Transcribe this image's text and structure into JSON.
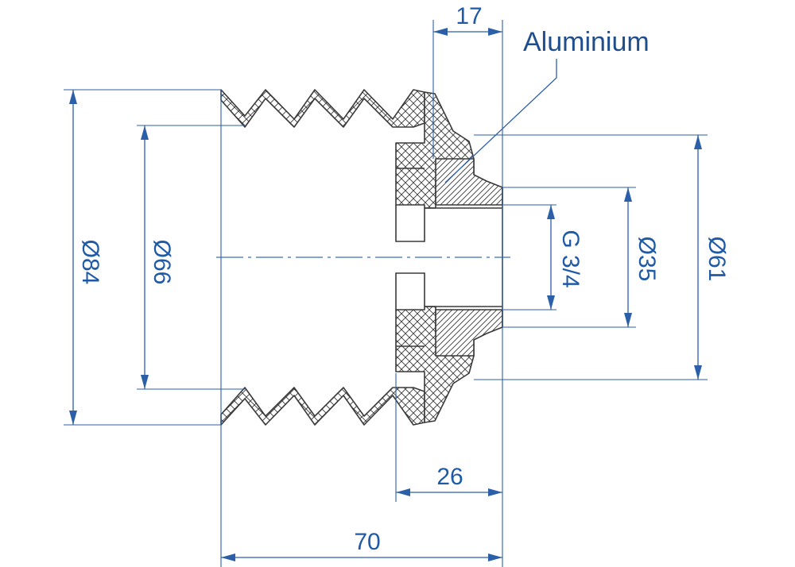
{
  "material_label": "Aluminium",
  "dimensions": {
    "d84": "Ø84",
    "d66": "Ø66",
    "thread": "G 3/4",
    "d35": "Ø35",
    "d61": "Ø61",
    "len17": "17",
    "len26": "26",
    "len70": "70"
  },
  "colors": {
    "dimension": "#2b5fa8",
    "label": "#1f4e8c",
    "outline": "#3a3a3a"
  }
}
